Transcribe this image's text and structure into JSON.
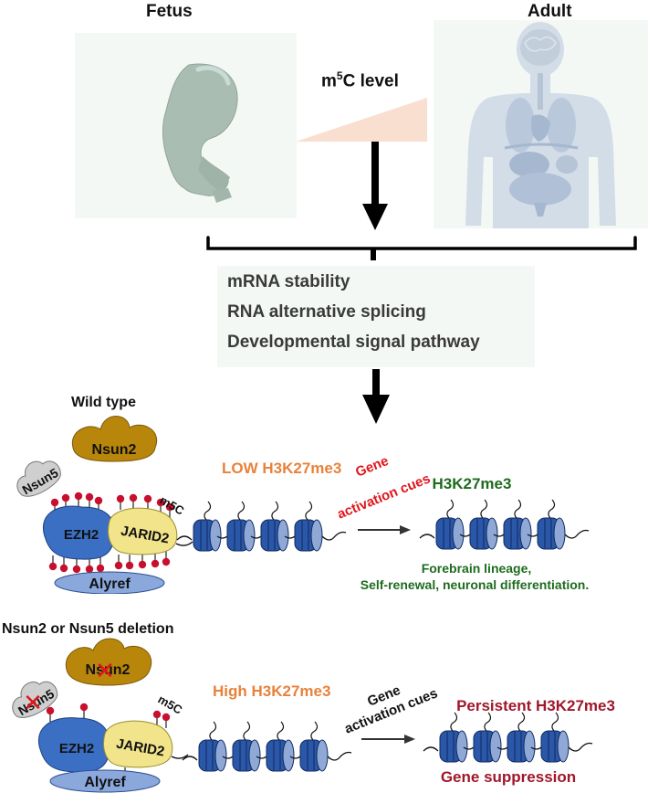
{
  "top": {
    "fetus_label": "Fetus",
    "adult_label": "Adult",
    "m5c_label_prefix": "m",
    "m5c_label_sup": "5",
    "m5c_label_suffix": "C level"
  },
  "effects": {
    "items": [
      "mRNA stability",
      "RNA alternative splicing",
      "Developmental signal pathway"
    ]
  },
  "wild_type": {
    "title": "Wild type",
    "proteins": {
      "nsun2": "Nsun2",
      "nsun5": "Nsun5",
      "ezh2": "EZH2",
      "jarid2": "JARID2",
      "alyref": "Alyref"
    },
    "m5c_mark": "m5C",
    "h3k27_label": "LOW H3K27me3",
    "cue_line1": "Gene",
    "cue_line2": "activation cues",
    "result_label": "H3K27me3",
    "outcome_line1": "Forebrain lineage,",
    "outcome_line2": "Self-renewal, neuronal differentiation."
  },
  "deletion": {
    "title": "Nsun2 or Nsun5 deletion",
    "proteins": {
      "nsun2": "Nsun2",
      "nsun5": "Nsun5",
      "ezh2": "EZH2",
      "jarid2": "JARID2",
      "alyref": "Alyref"
    },
    "m5c_mark": "m5C",
    "h3k27_label": "High H3K27me3",
    "cue_line1": "Gene",
    "cue_line2": "activation cues",
    "result_label": "Persistent H3K27me3",
    "outcome_line1": "Gene suppression"
  },
  "colors": {
    "low_h3k27": "#e8823a",
    "cue_red": "#e0161b",
    "green": "#1e6b1e",
    "darkred": "#a0172a",
    "nsun2": "#b8860b",
    "nsun5": "#cfcfcf",
    "ezh2": "#3b6fc4",
    "jarid2": "#f1e48a",
    "alyref": "#8aa8dc",
    "m5c_dot": "#c8102e",
    "nucleosome": "#2a57a8",
    "nucleosome_face": "#8fa8d6",
    "wedge": "#f9dfcf"
  }
}
